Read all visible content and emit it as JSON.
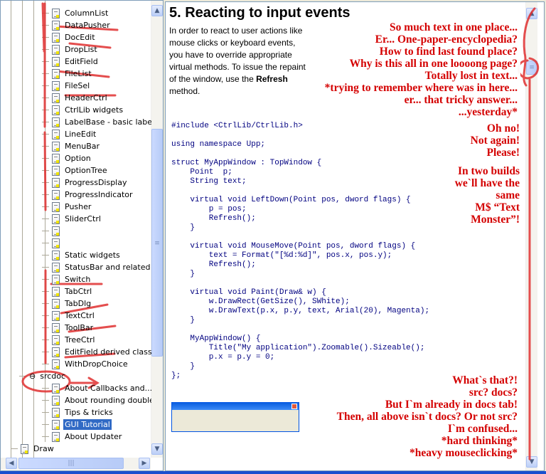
{
  "tree": {
    "items": [
      {
        "label": "ColumnList"
      },
      {
        "label": "DataPusher"
      },
      {
        "label": "DocEdit"
      },
      {
        "label": "DropList"
      },
      {
        "label": "EditField"
      },
      {
        "label": "FileList"
      },
      {
        "label": "FileSel"
      },
      {
        "label": "HeaderCtrl"
      },
      {
        "label": "CtrlLib widgets"
      },
      {
        "label": "LabelBase - basic label routines"
      },
      {
        "label": "LineEdit"
      },
      {
        "label": "MenuBar"
      },
      {
        "label": "Option"
      },
      {
        "label": "OptionTree"
      },
      {
        "label": "ProgressDisplay"
      },
      {
        "label": "ProgressIndicator"
      },
      {
        "label": "Pusher"
      },
      {
        "label": "SliderCtrl"
      },
      {
        "label": ""
      },
      {
        "label": ""
      },
      {
        "label": "Static widgets"
      },
      {
        "label": "StatusBar and related widgets"
      },
      {
        "label": "Switch"
      },
      {
        "label": "TabCtrl"
      },
      {
        "label": "TabDlg"
      },
      {
        "label": "TextCtrl"
      },
      {
        "label": "ToolBar"
      },
      {
        "label": "TreeCtrl"
      },
      {
        "label": "EditField derived classes"
      },
      {
        "label": "WithDropChoice"
      }
    ],
    "folder": "srcdoc",
    "folder_items": [
      {
        "label": "About Callbacks and..."
      },
      {
        "label": "About rounding double values"
      },
      {
        "label": "Tips & tricks"
      },
      {
        "label": "GUI Tutorial"
      },
      {
        "label": "About Updater"
      }
    ],
    "selected": "GUI Tutorial",
    "next_package": "Draw"
  },
  "doc": {
    "heading": "5. Reacting to input events",
    "para_1": "In order to react to user actions like mouse clicks or keyboard events, you have to override appropriate virtual methods. To issue the repaint of the window, use the ",
    "para_bold": "Refresh",
    "para_2": " method.",
    "code": "#include <CtrlLib/CtrlLib.h>\n\nusing namespace Upp;\n\nstruct MyAppWindow : TopWindow {\n    Point  p;\n    String text;\n\n    virtual void LeftDown(Point pos, dword flags) {\n        p = pos;\n        Refresh();\n    }\n\n    virtual void MouseMove(Point pos, dword flags) {\n        text = Format(\"[%d:%d]\", pos.x, pos.y);\n        Refresh();\n    }\n\n    virtual void Paint(Draw& w) {\n        w.DrawRect(GetSize(), SWhite);\n        w.DrawText(p.x, p.y, text, Arial(20), Magenta);\n    }\n\n    MyAppWindow() {\n        Title(\"My application\").Zoomable().Sizeable();\n        p.x = p.y = 0;\n    }\n};"
  },
  "notes": {
    "top": [
      "So much text in one place...",
      "Er... One-paper-encyclopedia?",
      "How to find last found place?",
      "Why is this all in one loooong page?",
      "Totally lost in text...",
      "*trying to remember where was in here...",
      "er... that tricky answer...",
      "...yesterday*"
    ],
    "left_1": [
      "Oh no!",
      "Not again!",
      "Please!"
    ],
    "left_2": [
      "In two builds",
      "we`ll have the same",
      "M$ “Text Monster”!"
    ],
    "bottom": [
      "What`s that?!",
      "src? docs?",
      "But I`m already in docs tab!",
      "Then, all above isn`t docs? Or not src?",
      "I`m confused...",
      "*hard thinking*",
      "*heavy mouseclicking*"
    ]
  },
  "colors": {
    "annotation": "#d40000",
    "selection": "#316ac5",
    "code": "#000080"
  }
}
